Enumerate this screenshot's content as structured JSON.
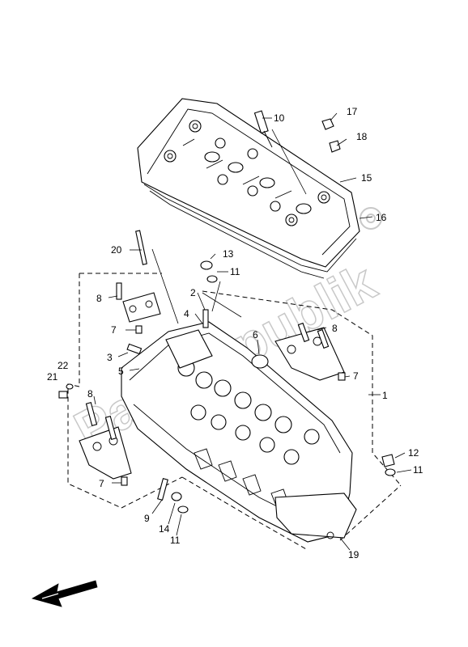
{
  "watermark": {
    "text": "Partsrepublik"
  },
  "callouts": [
    {
      "id": "c10",
      "label": "10"
    },
    {
      "id": "c17",
      "label": "17"
    },
    {
      "id": "c18",
      "label": "18"
    },
    {
      "id": "c15",
      "label": "15"
    },
    {
      "id": "c16",
      "label": "16"
    },
    {
      "id": "c20",
      "label": "20"
    },
    {
      "id": "c13",
      "label": "13"
    },
    {
      "id": "c11a",
      "label": "11"
    },
    {
      "id": "c8a",
      "label": "8"
    },
    {
      "id": "c2",
      "label": "2"
    },
    {
      "id": "c4",
      "label": "4"
    },
    {
      "id": "c7a",
      "label": "7"
    },
    {
      "id": "c8b",
      "label": "8"
    },
    {
      "id": "c6",
      "label": "6"
    },
    {
      "id": "c3",
      "label": "3"
    },
    {
      "id": "c5",
      "label": "5"
    },
    {
      "id": "c7b",
      "label": "7"
    },
    {
      "id": "c22",
      "label": "22"
    },
    {
      "id": "c21",
      "label": "21"
    },
    {
      "id": "c1",
      "label": "1"
    },
    {
      "id": "c8c",
      "label": "8"
    },
    {
      "id": "c12",
      "label": "12"
    },
    {
      "id": "c11b",
      "label": "11"
    },
    {
      "id": "c7c",
      "label": "7"
    },
    {
      "id": "c9",
      "label": "9"
    },
    {
      "id": "c14",
      "label": "14"
    },
    {
      "id": "c11c",
      "label": "11"
    },
    {
      "id": "c19",
      "label": "19"
    }
  ],
  "icons": {
    "direction_arrow": "front-direction-arrow-icon"
  }
}
